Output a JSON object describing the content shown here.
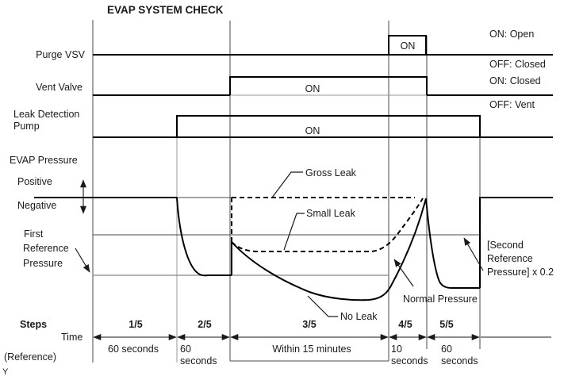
{
  "title": "EVAP SYSTEM CHECK",
  "signals": {
    "purge": {
      "label": "Purge VSV",
      "on": "ON"
    },
    "vent": {
      "label": "Vent Valve",
      "on": "ON"
    },
    "pump": {
      "label1": "Leak Detection",
      "label2": "Pump",
      "on": "ON"
    }
  },
  "legend": {
    "purge_on": "ON: Open",
    "purge_off": "OFF: Closed",
    "vent_on": "ON: Closed",
    "vent_off": "OFF: Vent"
  },
  "pressure": {
    "label": "EVAP Pressure",
    "positive": "Positive",
    "negative": "Negative",
    "first_ref1": "First",
    "first_ref2": "Reference",
    "first_ref3": "Pressure",
    "gross_leak": "Gross Leak",
    "small_leak": "Small Leak",
    "no_leak": "No Leak",
    "normal": "Normal Pressure",
    "second_ref1": "[Second",
    "second_ref2": "Reference",
    "second_ref3": "Pressure] x 0.2"
  },
  "steps": {
    "label": "Steps",
    "time": "Time",
    "reference": "(Reference)",
    "s1": "1/5",
    "s2": "2/5",
    "s3": "3/5",
    "s4": "4/5",
    "s5": "5/5",
    "t1": "60 seconds",
    "t2a": "60",
    "t2b": "seconds",
    "t3": "Within 15 minutes",
    "t4a": "10",
    "t4b": "seconds",
    "t5a": "60",
    "t5b": "seconds"
  },
  "footer": {
    "mark": "Y"
  },
  "colors": {
    "line": "#000000",
    "grid": "#4a4a4a",
    "gray_ref": "#9a9a9a",
    "background": "#ffffff"
  }
}
